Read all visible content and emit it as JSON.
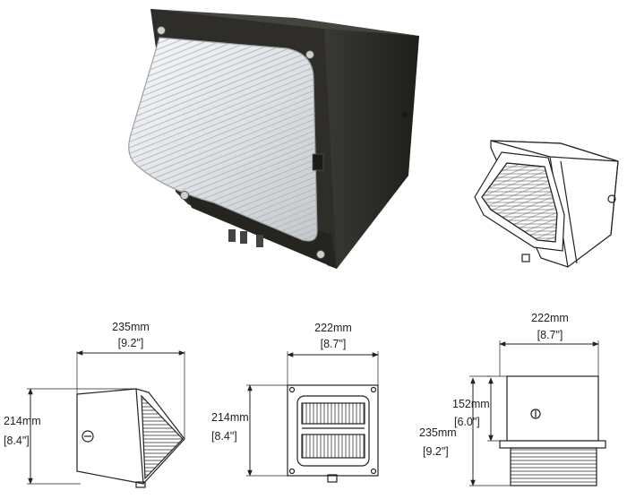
{
  "product_photo": {
    "icon": "wall-pack-light-photo"
  },
  "perspective_sketch": {
    "icon": "wall-pack-line-drawing"
  },
  "side_view": {
    "width_mm": "235mm",
    "width_in": "[9.2\"]",
    "height_mm": "214mm",
    "height_in": "[8.4\"]"
  },
  "front_view": {
    "width_mm": "222mm",
    "width_in": "[8.7\"]",
    "height_mm": "214mm",
    "height_in": "[8.4\"]"
  },
  "top_view": {
    "width_mm": "222mm",
    "width_in": "[8.7\"]",
    "inner_height_mm": "152mm",
    "inner_height_in": "[6.0\"]",
    "height_mm": "235mm",
    "height_in": "[9.2\"]"
  },
  "colors": {
    "housing": "#2b2a27",
    "lens": "#e4e6e8",
    "line": "#222222"
  }
}
